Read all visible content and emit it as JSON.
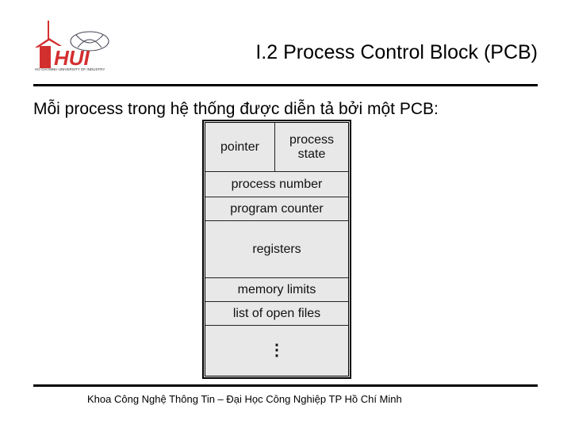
{
  "logo": {
    "text": "HUI",
    "subtext": "HO CHI MINH UNIVERSITY OF INDUSTRY",
    "color": "#d32f2f"
  },
  "title": "I.2 Process Control Block (PCB)",
  "lead": "Mỗi process trong hệ thống được diễn tả bởi một PCB:",
  "pcb": {
    "pointer": "pointer",
    "process_state": "process state",
    "rows": [
      "process number",
      "program counter",
      "registers",
      "memory limits",
      "list of open files"
    ],
    "ellipsis": "⋮"
  },
  "footer": "Khoa Công Nghệ Thông Tin – Đại Học Công Nghiệp TP Hồ Chí Minh"
}
